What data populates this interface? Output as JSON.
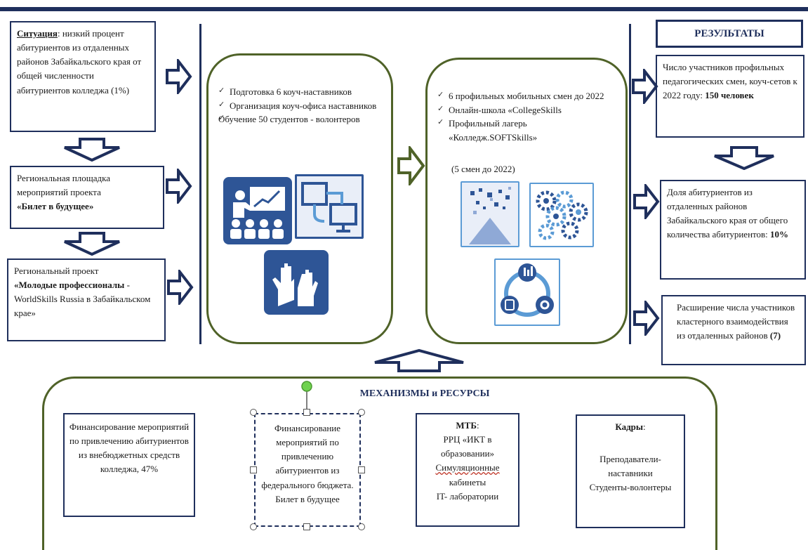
{
  "left_column": {
    "situation": {
      "label": "Ситуация",
      "colon": ":",
      "text": " низкий процент абитуриентов  из отдаленных районов Забайкальского края от общей численности абитуриентов  колледжа (1%)"
    },
    "platform": {
      "line1": "Региональная площадка мероприятий проекта",
      "bold": "«Билет в будущее»"
    },
    "project": {
      "line1": "Региональный проект",
      "bold": "«Молодые профессионалы",
      "rest": " - WorldSkills Russia в Забайкальском крае»"
    }
  },
  "center_left": {
    "items": [
      "Подготовка  6  коуч-наставников",
      "Организация коуч-офиса наставников",
      "  Обучение 50 студентов - волонтеров"
    ]
  },
  "center_right": {
    "items": [
      "6 профильных мобильных смен до 2022",
      "Онлайн-школа «CollegeSkills",
      "Профильный лагерь «Колледж.SOFTSkills»"
    ],
    "note": "(5 смен до 2022)"
  },
  "results": {
    "title": "РЕЗУЛЬТАТЫ",
    "r1": {
      "text": "Число участников профильных педагогических смен, коуч-сетов к 2022 году: ",
      "bold": "150 человек"
    },
    "r2": {
      "text": "Доля абитуриентов  из отдаленных районов Забайкальского края от общего количества абитуриентов:  ",
      "bold": "10%"
    },
    "r3": {
      "text": "Расширение числа участников кластерного взаимодействия из отдаленных районов ",
      "bold": "(7)"
    }
  },
  "mechanisms": {
    "title": "МЕХАНИЗМЫ и РЕСУРСЫ",
    "box1": "Финансирование мероприятий по привлечению абитуриентов из внебюджетных средств колледжа, 47%",
    "box2": "Финансирование мероприятий по привлечению абитуриентов из федерального бюджета. Билет в будущее",
    "box3": {
      "title": "МТБ",
      "colon": ":",
      "line1": "РРЦ «ИКТ в образовании»",
      "line2": "Симуляционные",
      "line3": "кабинеты",
      "line4": "IT- лаборатории"
    },
    "box4": {
      "title": "Кадры",
      "colon": ":",
      "line1": "Преподаватели-наставники",
      "line2": "Студенты-волонтеры"
    }
  },
  "colors": {
    "navy": "#1f2f5c",
    "olive": "#4f6228",
    "tile_blue": "#2e5596",
    "tile_light": "#e9eef8"
  }
}
